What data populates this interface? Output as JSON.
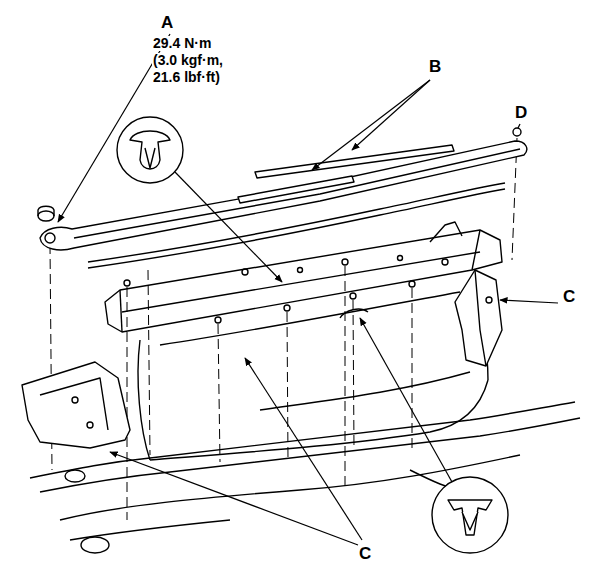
{
  "diagram": {
    "labels": [
      "A",
      "29.4 N·m",
      "(3.0 kgf·m,",
      "21.6 lbf·ft)",
      "B",
      "D",
      "C",
      "C"
    ]
  }
}
